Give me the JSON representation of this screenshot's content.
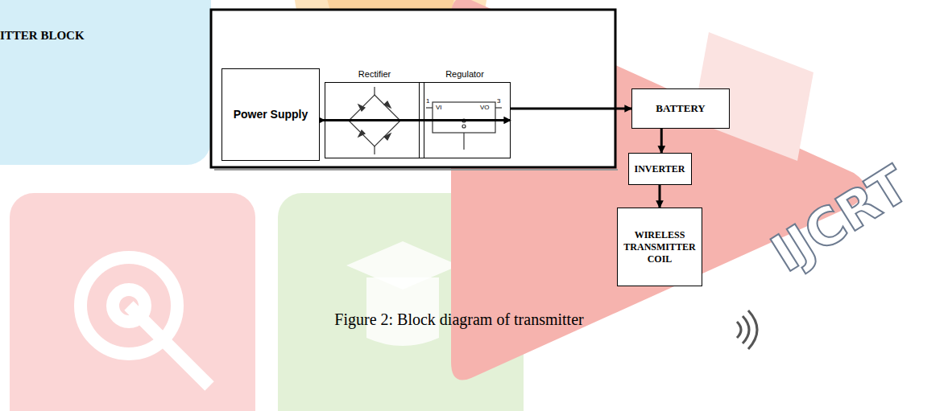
{
  "diagram": {
    "caption": "Figure 2: Block diagram of transmitter",
    "nodes": [
      {
        "text": [
          "Power Supply"
        ]
      },
      {
        "text": [
          "Rectifier"
        ]
      },
      {
        "text": [
          "Regulator"
        ]
      },
      {
        "text": [
          "BATTERY"
        ]
      },
      {
        "text": [
          "INVERTER"
        ]
      },
      {
        "text": [
          "WIRELESS TRANSMITTER COIL"
        ]
      }
    ],
    "edges": [
      {
        "from": 0,
        "to": 1,
        "arrow": "to"
      },
      {
        "from": 1,
        "to": 2,
        "arrow": "to"
      },
      {
        "from": 2,
        "to": 3,
        "arrow": "to"
      },
      {
        "from": 3,
        "to": 4,
        "arrow": "to"
      },
      {
        "from": 4,
        "to": 5,
        "arrow": "to"
      }
    ],
    "labels": [
      "ITTER BLOCK",
      "VI",
      "VO",
      "1",
      "3",
      "IJCRT"
    ]
  }
}
